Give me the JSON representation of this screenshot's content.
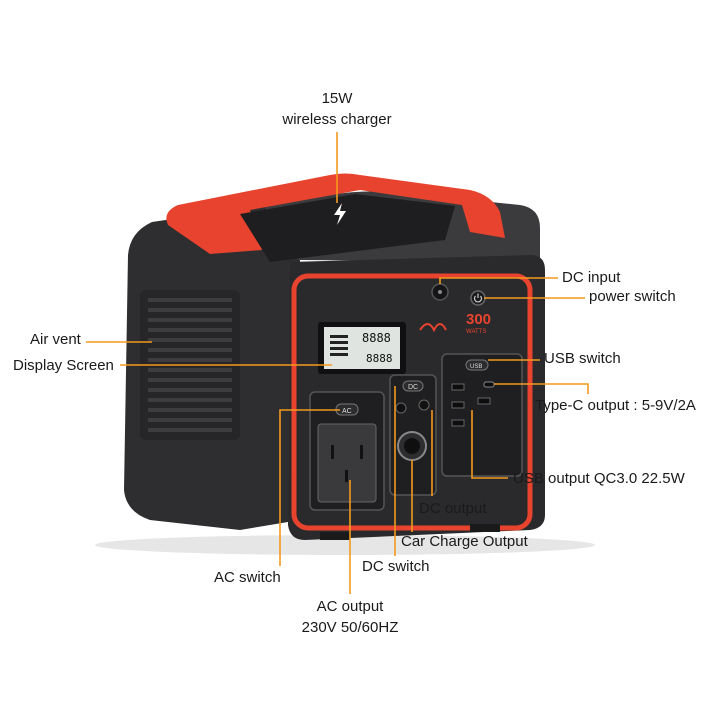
{
  "labels": {
    "wireless_power": "15W",
    "wireless_name": "wireless charger",
    "dc_input": "DC input",
    "power_switch": "power switch",
    "air_vent": "Air vent",
    "display_screen": "Display Screen",
    "usb_switch": "USB switch",
    "type_c_output": "Type-C output : 5-9V/2A",
    "usb_output": "USB output QC3.0 22.5W",
    "dc_output": "DC output",
    "car_charge_output": "Car Charge Output",
    "dc_switch": "DC switch",
    "ac_switch": "AC switch",
    "ac_output": "AC output",
    "ac_output_spec": "230V  50/60HZ"
  },
  "device": {
    "capacity": "300",
    "capacity_unit": "WATTS",
    "lcd_top": "8888",
    "lcd_bottom": "8888",
    "btn_ac": "AC",
    "btn_dc": "DC",
    "btn_usb": "USB"
  },
  "colors": {
    "body_dark": "#2b2b2d",
    "body_mid": "#3a3a3c",
    "accent_red": "#e8432e",
    "leader_orange": "#f39a1e",
    "lcd": "#dfe4e0"
  }
}
